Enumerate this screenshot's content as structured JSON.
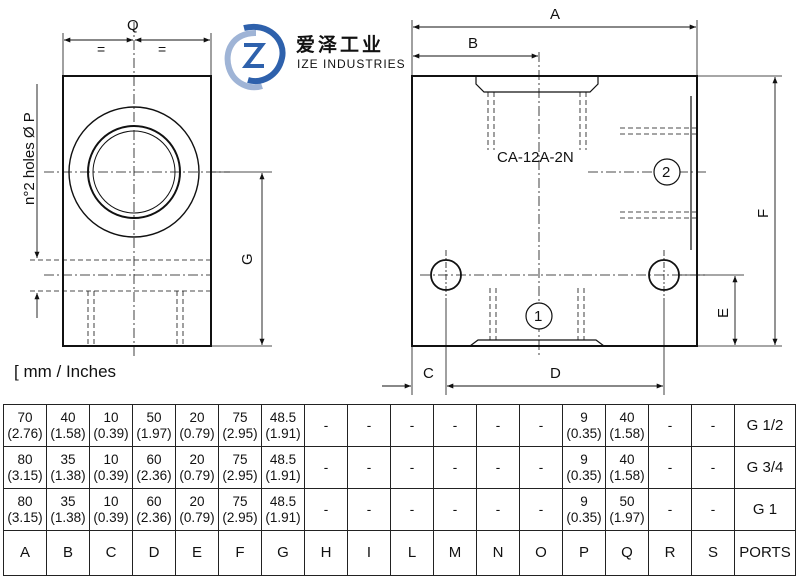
{
  "logo": {
    "cn": "爱泽工业",
    "en": "IZE INDUSTRIES"
  },
  "drawing": {
    "model": "CA-12A-2N",
    "dims": {
      "A": "A",
      "B": "B",
      "C": "C",
      "D": "D",
      "E": "E",
      "F": "F",
      "G": "G",
      "Q": "Q"
    },
    "holes_label": "n°2 holes Ø P",
    "equal": "=",
    "port1": "1",
    "port2": "2"
  },
  "units": "[ mm / Inches",
  "table": {
    "columns": [
      "A",
      "B",
      "C",
      "D",
      "E",
      "F",
      "G",
      "H",
      "I",
      "L",
      "M",
      "N",
      "O",
      "P",
      "Q",
      "R",
      "S",
      "PORTS"
    ],
    "rows": [
      {
        "cells": [
          [
            "70",
            "(2.76)"
          ],
          [
            "40",
            "(1.58)"
          ],
          [
            "10",
            "(0.39)"
          ],
          [
            "50",
            "(1.97)"
          ],
          [
            "20",
            "(0.79)"
          ],
          [
            "75",
            "(2.95)"
          ],
          [
            "48.5",
            "(1.91)"
          ],
          [
            "-"
          ],
          [
            "-"
          ],
          [
            "-"
          ],
          [
            "-"
          ],
          [
            "-"
          ],
          [
            "-"
          ],
          [
            "9",
            "(0.35)"
          ],
          [
            "40",
            "(1.58)"
          ],
          [
            "-"
          ],
          [
            "-"
          ]
        ],
        "port": "G 1/2"
      },
      {
        "cells": [
          [
            "80",
            "(3.15)"
          ],
          [
            "35",
            "(1.38)"
          ],
          [
            "10",
            "(0.39)"
          ],
          [
            "60",
            "(2.36)"
          ],
          [
            "20",
            "(0.79)"
          ],
          [
            "75",
            "(2.95)"
          ],
          [
            "48.5",
            "(1.91)"
          ],
          [
            "-"
          ],
          [
            "-"
          ],
          [
            "-"
          ],
          [
            "-"
          ],
          [
            "-"
          ],
          [
            "-"
          ],
          [
            "9",
            "(0.35)"
          ],
          [
            "40",
            "(1.58)"
          ],
          [
            "-"
          ],
          [
            "-"
          ]
        ],
        "port": "G 3/4"
      },
      {
        "cells": [
          [
            "80",
            "(3.15)"
          ],
          [
            "35",
            "(1.38)"
          ],
          [
            "10",
            "(0.39)"
          ],
          [
            "60",
            "(2.36)"
          ],
          [
            "20",
            "(0.79)"
          ],
          [
            "75",
            "(2.95)"
          ],
          [
            "48.5",
            "(1.91)"
          ],
          [
            "-"
          ],
          [
            "-"
          ],
          [
            "-"
          ],
          [
            "-"
          ],
          [
            "-"
          ],
          [
            "-"
          ],
          [
            "9",
            "(0.35)"
          ],
          [
            "50",
            "(1.97)"
          ],
          [
            "-"
          ],
          [
            "-"
          ]
        ],
        "port": "G 1"
      }
    ]
  }
}
